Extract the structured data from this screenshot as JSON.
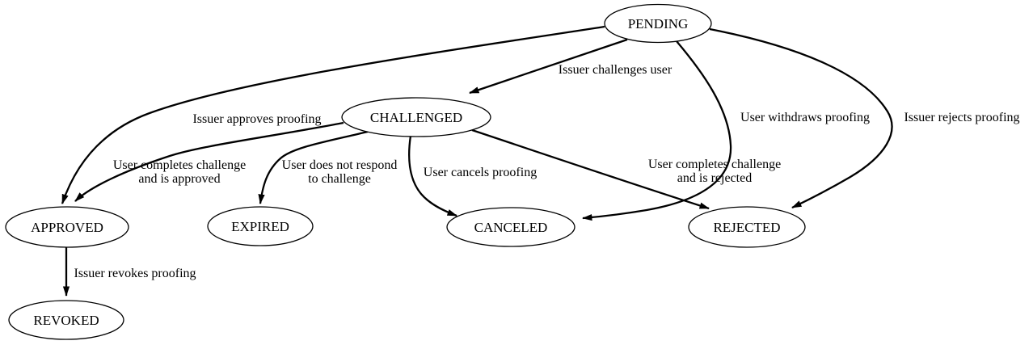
{
  "diagram": {
    "type": "state-transition-diagram",
    "colors": {
      "background": "#ffffff",
      "stroke": "#000000",
      "node_fill": "#ffffff",
      "text": "#000000"
    },
    "nodes": [
      {
        "id": "PENDING",
        "label": "PENDING"
      },
      {
        "id": "CHALLENGED",
        "label": "CHALLENGED"
      },
      {
        "id": "APPROVED",
        "label": "APPROVED"
      },
      {
        "id": "EXPIRED",
        "label": "EXPIRED"
      },
      {
        "id": "CANCELED",
        "label": "CANCELED"
      },
      {
        "id": "REJECTED",
        "label": "REJECTED"
      },
      {
        "id": "REVOKED",
        "label": "REVOKED"
      }
    ],
    "edges": [
      {
        "from": "PENDING",
        "to": "CHALLENGED",
        "label": "Issuer challenges user",
        "label_lines": [
          "Issuer challenges user"
        ]
      },
      {
        "from": "PENDING",
        "to": "APPROVED",
        "label": "Issuer approves proofing",
        "label_lines": [
          "Issuer approves proofing"
        ]
      },
      {
        "from": "PENDING",
        "to": "CANCELED",
        "label": "User withdraws proofing",
        "label_lines": [
          "User withdraws proofing"
        ]
      },
      {
        "from": "PENDING",
        "to": "REJECTED",
        "label": "Issuer rejects proofing",
        "label_lines": [
          "Issuer rejects proofing"
        ]
      },
      {
        "from": "CHALLENGED",
        "to": "APPROVED",
        "label": "User completes challenge and is approved",
        "label_lines": [
          "User completes challenge",
          "and is approved"
        ]
      },
      {
        "from": "CHALLENGED",
        "to": "EXPIRED",
        "label": "User does not respond to challenge",
        "label_lines": [
          "User does not respond",
          "to challenge"
        ]
      },
      {
        "from": "CHALLENGED",
        "to": "CANCELED",
        "label": "User cancels proofing",
        "label_lines": [
          "User cancels proofing"
        ]
      },
      {
        "from": "CHALLENGED",
        "to": "REJECTED",
        "label": "User completes challenge and is rejected",
        "label_lines": [
          "User completes challenge",
          "and is rejected"
        ]
      },
      {
        "from": "APPROVED",
        "to": "REVOKED",
        "label": "Issuer revokes proofing",
        "label_lines": [
          "Issuer revokes proofing"
        ]
      }
    ]
  }
}
